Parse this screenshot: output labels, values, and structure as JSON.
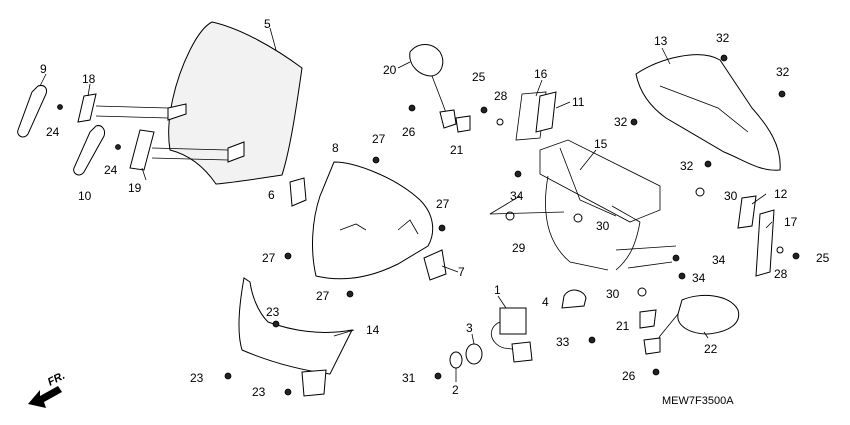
{
  "diagram": {
    "drawing_code": "MEW7F3500A",
    "direction_label": "FR.",
    "callouts": [
      {
        "id": "c9",
        "label": "9"
      },
      {
        "id": "c18",
        "label": "18"
      },
      {
        "id": "c24a",
        "label": "24"
      },
      {
        "id": "c24b",
        "label": "24"
      },
      {
        "id": "c10",
        "label": "10"
      },
      {
        "id": "c19",
        "label": "19"
      },
      {
        "id": "c5",
        "label": "5"
      },
      {
        "id": "c20",
        "label": "20"
      },
      {
        "id": "c25a",
        "label": "25"
      },
      {
        "id": "c28a",
        "label": "28"
      },
      {
        "id": "c16",
        "label": "16"
      },
      {
        "id": "c11",
        "label": "11"
      },
      {
        "id": "c26a",
        "label": "26"
      },
      {
        "id": "c21a",
        "label": "21"
      },
      {
        "id": "c27a",
        "label": "27"
      },
      {
        "id": "c8",
        "label": "8"
      },
      {
        "id": "c6",
        "label": "6"
      },
      {
        "id": "c27b",
        "label": "27"
      },
      {
        "id": "c27c",
        "label": "27"
      },
      {
        "id": "c27d",
        "label": "27"
      },
      {
        "id": "c7",
        "label": "7"
      },
      {
        "id": "c15",
        "label": "15"
      },
      {
        "id": "c13",
        "label": "13"
      },
      {
        "id": "c32a",
        "label": "32"
      },
      {
        "id": "c32b",
        "label": "32"
      },
      {
        "id": "c32c",
        "label": "32"
      },
      {
        "id": "c32d",
        "label": "32"
      },
      {
        "id": "c34a",
        "label": "34"
      },
      {
        "id": "c30a",
        "label": "30"
      },
      {
        "id": "c12",
        "label": "12"
      },
      {
        "id": "c17",
        "label": "17"
      },
      {
        "id": "c29",
        "label": "29"
      },
      {
        "id": "c30b",
        "label": "30"
      },
      {
        "id": "c34b",
        "label": "34"
      },
      {
        "id": "c25b",
        "label": "25"
      },
      {
        "id": "c28b",
        "label": "28"
      },
      {
        "id": "c30c",
        "label": "30"
      },
      {
        "id": "c34c",
        "label": "34"
      },
      {
        "id": "c4",
        "label": "4"
      },
      {
        "id": "c1",
        "label": "1"
      },
      {
        "id": "c3",
        "label": "3"
      },
      {
        "id": "c33",
        "label": "33"
      },
      {
        "id": "c21b",
        "label": "21"
      },
      {
        "id": "c22",
        "label": "22"
      },
      {
        "id": "c26b",
        "label": "26"
      },
      {
        "id": "c14",
        "label": "14"
      },
      {
        "id": "c23a",
        "label": "23"
      },
      {
        "id": "c23b",
        "label": "23"
      },
      {
        "id": "c23c",
        "label": "23"
      },
      {
        "id": "c31",
        "label": "31"
      },
      {
        "id": "c2",
        "label": "2"
      }
    ]
  }
}
